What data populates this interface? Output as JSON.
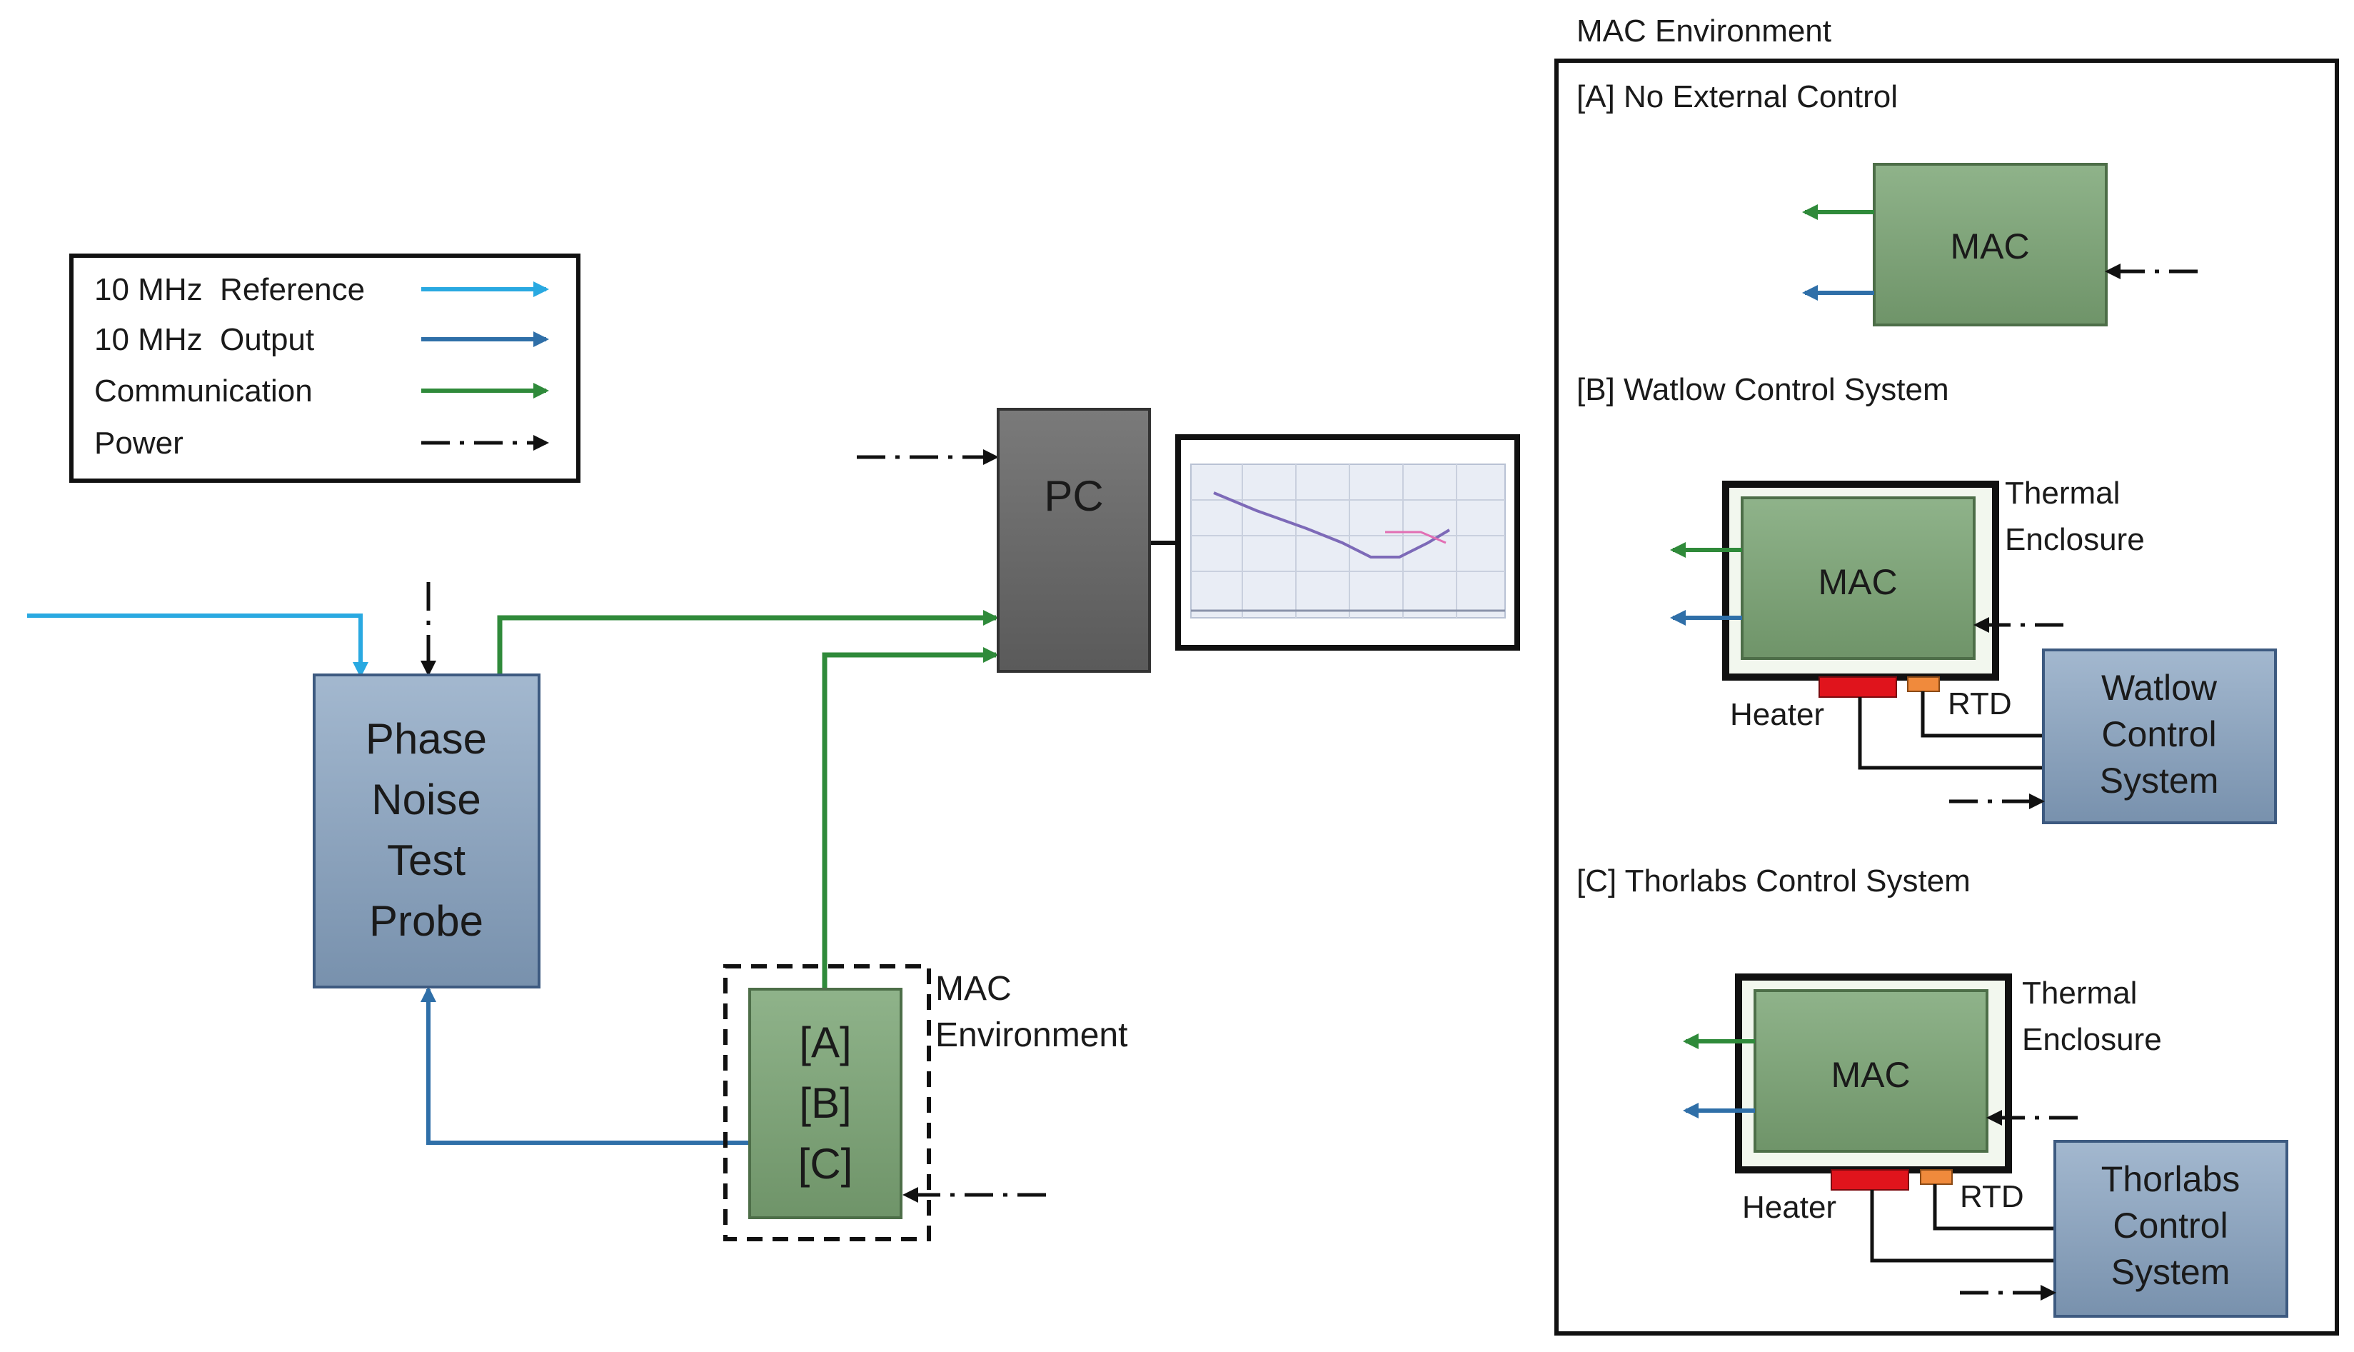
{
  "legend": {
    "items": [
      {
        "label": "10 MHz  Reference",
        "kind": "reference"
      },
      {
        "label": "10 MHz  Output",
        "kind": "output"
      },
      {
        "label": "Communication",
        "kind": "communication"
      },
      {
        "label": "Power",
        "kind": "power"
      }
    ]
  },
  "colors": {
    "reference": "#29a9e1",
    "output": "#2f6fa8",
    "communication": "#2f8a3a",
    "power": "#111111",
    "mac_fill": "#7fa47a",
    "probe_fill": "#8fa6c0",
    "pc_fill": "#6e6e6e",
    "heater": "#e0141c",
    "rtd": "#f08a3c"
  },
  "main": {
    "probe_lines": [
      "Phase",
      "Noise",
      "Test",
      "Probe"
    ],
    "pc_label": "PC",
    "mac_variants": [
      "[A]",
      "[B]",
      "[C]"
    ],
    "mac_env_lines": [
      "MAC",
      "Environment"
    ]
  },
  "panel": {
    "title": "MAC Environment",
    "sections": {
      "a": {
        "heading": "[A] No External Control",
        "mac": "MAC"
      },
      "b": {
        "heading": "[B] Watlow Control System",
        "mac": "MAC",
        "enclosure_lines": [
          "Thermal",
          "Enclosure"
        ],
        "heater": "Heater",
        "rtd": "RTD",
        "controller_lines": [
          "Watlow",
          "Control",
          "System"
        ]
      },
      "c": {
        "heading": "[C] Thorlabs Control System",
        "mac": "MAC",
        "enclosure_lines": [
          "Thermal",
          "Enclosure"
        ],
        "heater": "Heater",
        "rtd": "RTD",
        "controller_lines": [
          "Thorlabs",
          "Control",
          "System"
        ]
      }
    }
  }
}
